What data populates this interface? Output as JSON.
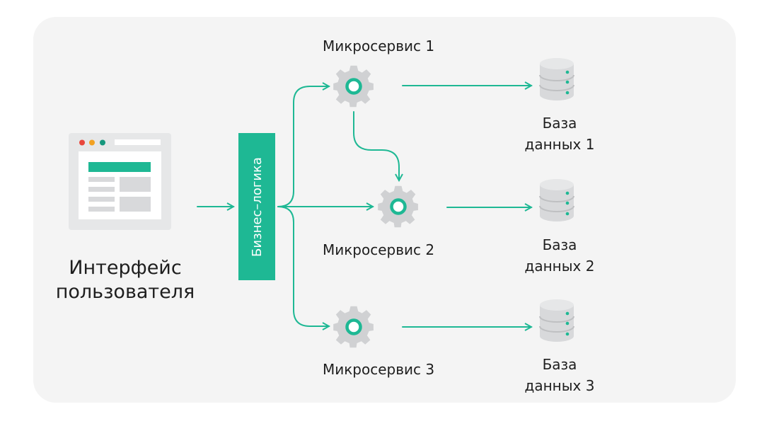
{
  "colors": {
    "accent": "#1eb894",
    "panel_bg": "#f4f4f4",
    "gear": "#d0d1d3",
    "db": "#d8d9db",
    "text": "#1e1e1e",
    "dot_red": "#e8473c",
    "dot_orange": "#f2a122",
    "dot_green": "#16977d"
  },
  "user_interface": {
    "label_line1": "Интерфейс",
    "label_line2": "пользователя",
    "icon": "browser-window-icon"
  },
  "business_logic": {
    "label": "Бизнес–логика"
  },
  "microservices": [
    {
      "label": "Микросервис 1",
      "icon": "gear-icon"
    },
    {
      "label": "Микросервис 2",
      "icon": "gear-icon"
    },
    {
      "label": "Микросервис 3",
      "icon": "gear-icon"
    }
  ],
  "databases": [
    {
      "label_line1": "База",
      "label_line2": "данных 1",
      "icon": "database-icon"
    },
    {
      "label_line1": "База",
      "label_line2": "данных 2",
      "icon": "database-icon"
    },
    {
      "label_line1": "База",
      "label_line2": "данных 3",
      "icon": "database-icon"
    }
  ]
}
